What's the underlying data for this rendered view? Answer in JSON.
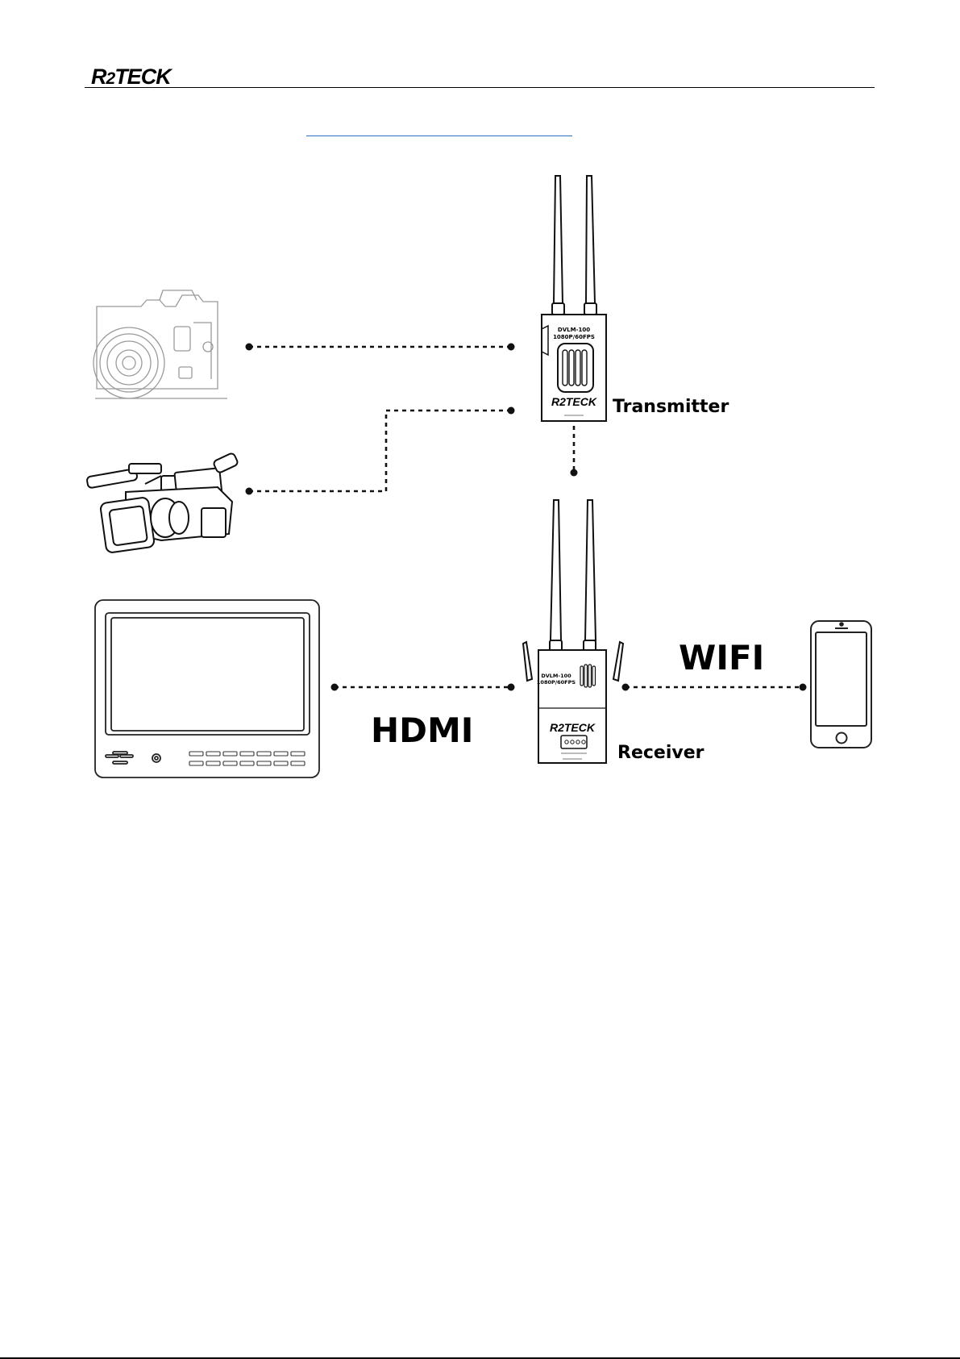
{
  "header": {
    "logo_text_main": "R",
    "logo_text_sub": "2",
    "logo_text_tail": "TECK"
  },
  "devices": {
    "transmitter": {
      "label": "Transmitter",
      "model_line1": "DVLM-100",
      "model_line2": "1080P/60FPS",
      "brand": "R2TECK"
    },
    "receiver": {
      "label": "Receiver",
      "model_line1": "DVLM-100",
      "model_line2": "1080P/60FPS",
      "brand": "R2TECK"
    }
  },
  "connections": {
    "hdmi_label": "HDMI",
    "wifi_label": "WIFI"
  }
}
